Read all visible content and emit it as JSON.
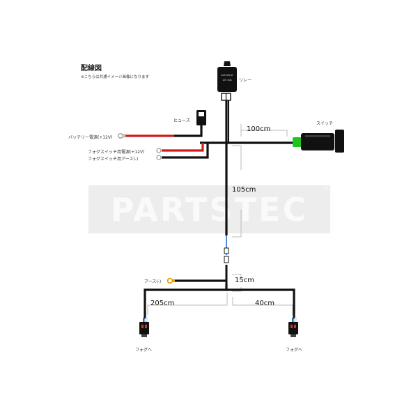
{
  "header": {
    "title": "配線図",
    "note": "※こちらは共通イメージ画像になります"
  },
  "watermark": {
    "brand": "PARTSTEC",
    "registered": "®"
  },
  "labels": {
    "relay": "リレー",
    "relay_body": [
      "40A RELAY",
      "12V 40A"
    ],
    "fuse": "ヒューズ",
    "switch": "スイッチ",
    "battery": "バッテリー電源(+12V)",
    "fog_switch_power": "フォグスイッチ用電源(+12V)",
    "fog_switch_ground": "フォグスイッチ用アース(-)",
    "ground": "アース(-)",
    "fog_left": "フォグへ",
    "fog_right": "フォグへ"
  },
  "dimensions": {
    "to_switch": "100cm",
    "main_trunk": "105cm",
    "ground_branch": "15cm",
    "left_branch": "205cm",
    "right_branch": "40cm"
  },
  "colors": {
    "wire_black": "#111111",
    "wire_red": "#d31a1a",
    "wire_blue": "#1f6fd6",
    "switch_green": "#1ec51e",
    "ground_terminal": "#e8a000",
    "bracket": "#bbbbbb"
  }
}
